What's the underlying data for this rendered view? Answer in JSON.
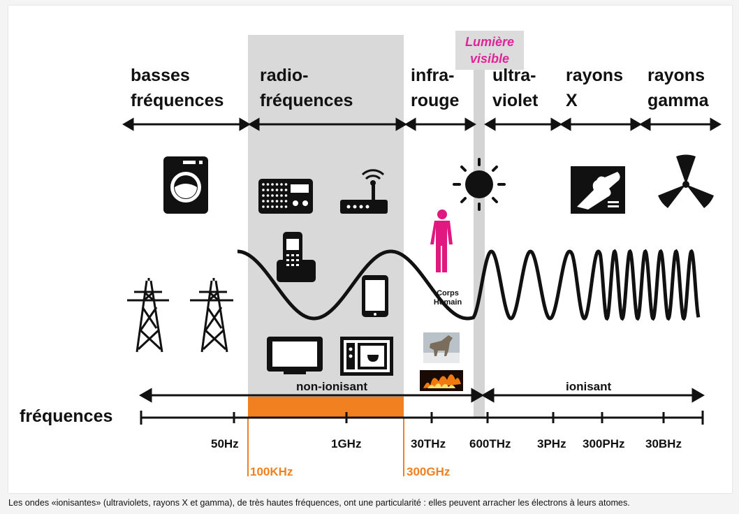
{
  "bands": [
    {
      "id": "basses",
      "line1": "basses",
      "line2": "fréquences"
    },
    {
      "id": "radio",
      "line1": "radio-",
      "line2": "fréquences"
    },
    {
      "id": "infra",
      "line1": "infra-",
      "line2": "rouge"
    },
    {
      "id": "ultra",
      "line1": "ultra-",
      "line2": "violet"
    },
    {
      "id": "x",
      "line1": "rayons",
      "line2": "X"
    },
    {
      "id": "gamma",
      "line1": "rayons",
      "line2": "gamma"
    }
  ],
  "visible_label": {
    "line1": "Lumière",
    "line2": "visible"
  },
  "axis_title": "fréquences",
  "non_ionising": "non-ionisant",
  "ionising": "ionisant",
  "body_label": {
    "line1": "Corps",
    "line2": "Humain"
  },
  "ticks": [
    "50Hz",
    "1GHz",
    "30THz",
    "600THz",
    "3PHz",
    "300PHz",
    "30BHz"
  ],
  "orange_ticks": [
    "100KHz",
    "300GHz"
  ],
  "caption": "Les ondes «ionisantes» (ultraviolets, rayons X et gamma), de très hautes fréquences, ont une particularité : elles peuvent arracher les électrons à leurs atomes.",
  "colors": {
    "radio_band": "#d9d9d9",
    "orange": "#f08020",
    "human": "#e0187f",
    "visible": "#e0249a"
  },
  "icons": [
    "washing-machine-icon",
    "radio-icon",
    "router-icon",
    "sun-icon",
    "xray-icon",
    "radiation-icon",
    "cordless-phone-icon",
    "tablet-icon",
    "tv-icon",
    "microwave-icon",
    "pylon-icon",
    "human-icon",
    "wolf-image",
    "fire-image"
  ]
}
